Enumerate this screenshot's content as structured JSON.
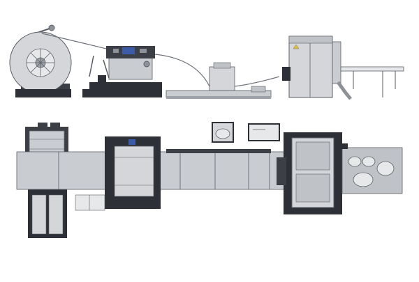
{
  "diagram": {
    "views": [
      {
        "name": "side-view"
      },
      {
        "name": "top-view"
      }
    ],
    "units": [
      "uncoiler",
      "straightener-feeder",
      "conveyor-table",
      "control-cabinet",
      "press",
      "output-table"
    ],
    "colors": {
      "body_light": "#d4d6d9",
      "body_mid": "#bfc3c7",
      "body_dark": "#3c3f46",
      "outline": "#5a5e66",
      "base_dark": "#2e3038",
      "accent_blue": "#3b5aa8",
      "belt": "#c9ccd0",
      "frame_navy": "#2b2e45"
    }
  }
}
